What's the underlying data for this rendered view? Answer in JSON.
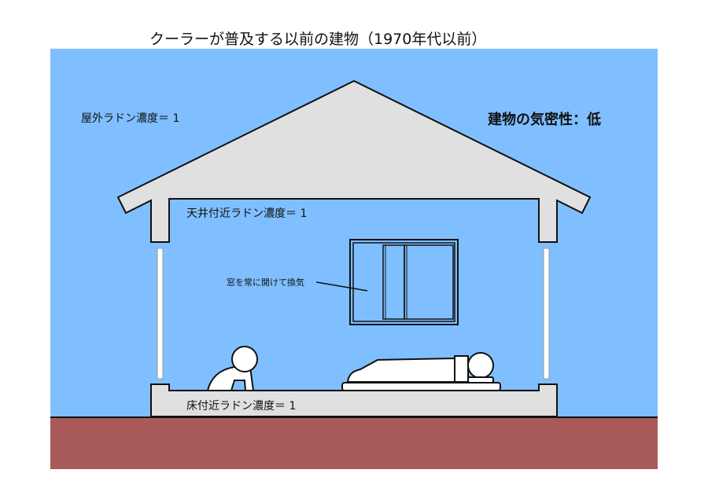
{
  "title": "クーラーが普及する以前の建物（1970年代以前）",
  "labels": {
    "outdoor": "屋外ラドン濃度＝ 1",
    "airtightness": "建物の気密性：低",
    "ceiling": "天井付近ラドン濃度＝ 1",
    "window_note": "窓を常に開けて換気",
    "floor": "床付近ラドン濃度＝ 1"
  },
  "colors": {
    "sky": "#7fbfff",
    "ground": "#a85a5a",
    "structure": "#e0e0e0",
    "outline": "#111111"
  }
}
